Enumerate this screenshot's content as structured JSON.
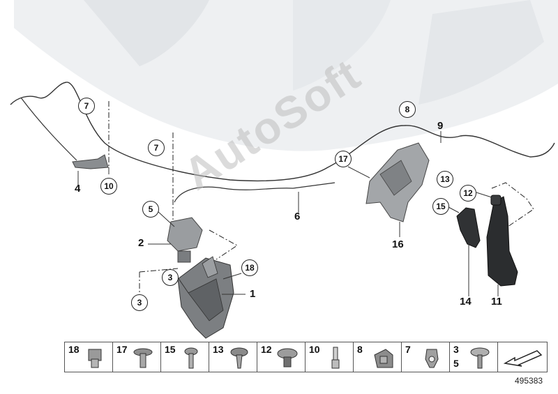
{
  "callouts": {
    "c1": "1",
    "c2": "2",
    "c3a": "3",
    "c3b": "3",
    "c4": "4",
    "c5": "5",
    "c6": "6",
    "c7a": "7",
    "c7b": "7",
    "c8": "8",
    "c9": "9",
    "c10": "10",
    "c11": "11",
    "c12": "12",
    "c13": "13",
    "c14": "14",
    "c15": "15",
    "c16": "16",
    "c17": "17",
    "c18": "18"
  },
  "legend": [
    {
      "num": "18",
      "icon": "nut-clip-icon"
    },
    {
      "num": "17",
      "icon": "hex-screw-icon"
    },
    {
      "num": "15",
      "icon": "round-head-screw-icon"
    },
    {
      "num": "13",
      "icon": "hex-collar-screw-icon"
    },
    {
      "num": "12",
      "icon": "plastic-clip-icon"
    },
    {
      "num": "10",
      "icon": "rivet-icon"
    },
    {
      "num": "8",
      "icon": "bracket-nut-icon"
    },
    {
      "num": "7",
      "icon": "cable-clip-icon"
    },
    {
      "num": "3",
      "num2": "5",
      "icon": "flange-screw-icon"
    }
  ],
  "legend_arrow": "pointer-arrow-icon",
  "watermark": "AutoSoft",
  "doc_id": "495383"
}
